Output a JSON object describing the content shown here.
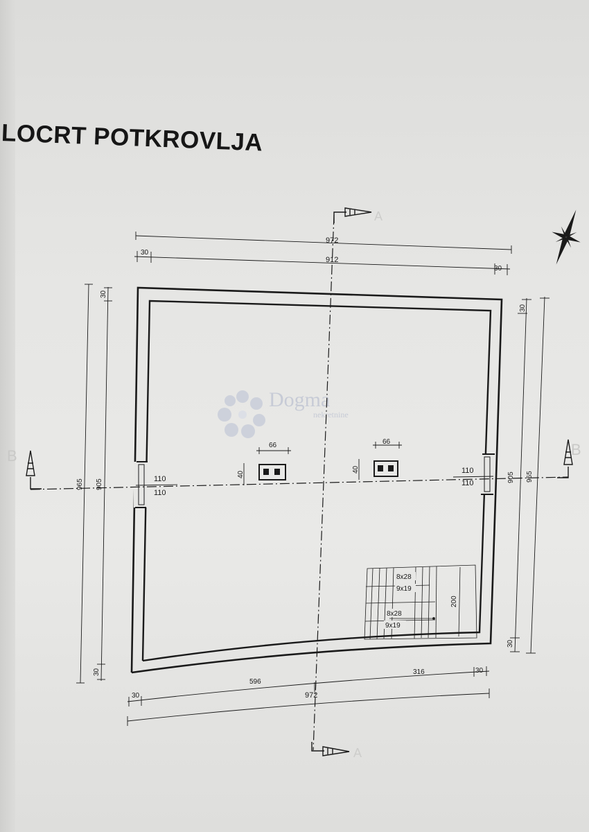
{
  "title": "LOCRT POTKROVLJA",
  "watermark": {
    "name": "Dogma",
    "subtitle": "nekretnine"
  },
  "section_marks": {
    "left": "B",
    "right": "B",
    "top": "A",
    "bottom": "A"
  },
  "dimensions": {
    "top_overall": "972",
    "top_inner": "912",
    "top_left_wall": "30",
    "top_right_wall": "30",
    "left_overall": "965",
    "left_inner": "905",
    "left_top_wall": "30",
    "left_bottom_wall": "30",
    "right_overall": "965",
    "right_inner": "905",
    "right_top_wall": "30",
    "right_bottom_wall": "30",
    "bottom_left_wall": "30",
    "bottom_segment_left": "596",
    "bottom_segment_right": "316",
    "bottom_right_wall": "30",
    "bottom_overall": "972",
    "left_window_top": "110",
    "left_window_bottom": "110",
    "right_window_top": "110",
    "right_window_bottom": "110",
    "chimney_left_width": "66",
    "chimney_left_depth": "40",
    "chimney_right_width": "66",
    "chimney_right_depth": "40",
    "stair_upper_tread": "8x28",
    "stair_upper_riser": "9x19",
    "stair_lower_tread": "8x28",
    "stair_lower_riser": "9x19",
    "stair_length": "200"
  },
  "colors": {
    "paper": "#e6e6e4",
    "ink": "#1a1a1a",
    "watermark": "#c7cbd6"
  }
}
